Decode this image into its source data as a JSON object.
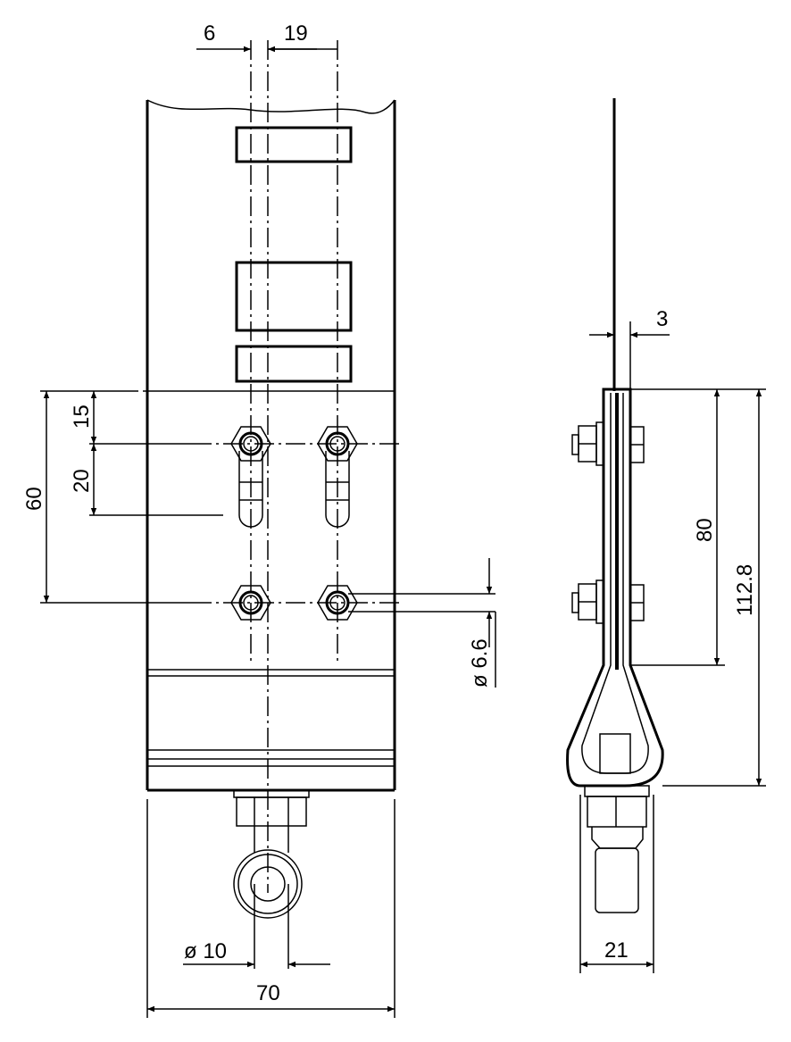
{
  "dimensions": {
    "offset_6": "6",
    "spacing_19": "19",
    "height_15": "15",
    "slot_20": "20",
    "hole_spacing_60": "60",
    "hole_dia": "ø 6.6",
    "eye_dia": "ø 10",
    "width_70": "70",
    "thickness_3": "3",
    "length_80": "80",
    "length_112_8": "112.8",
    "width_21": "21"
  },
  "colors": {
    "line": "#000000",
    "background": "#ffffff"
  }
}
